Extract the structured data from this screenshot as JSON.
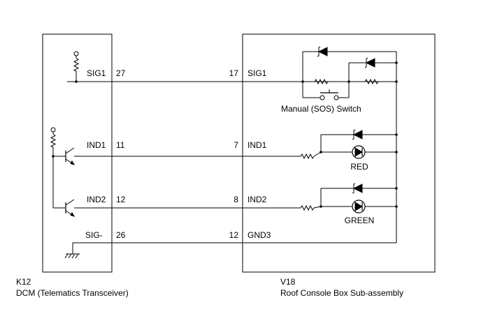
{
  "connectors": {
    "left": {
      "code": "K12",
      "name": "DCM (Telematics Transceiver)"
    },
    "right": {
      "code": "V18",
      "name": "Roof Console Box Sub-assembly"
    }
  },
  "circuits": [
    {
      "left_signal": "SIG1",
      "left_pin": "27",
      "right_pin": "17",
      "right_signal": "SIG1"
    },
    {
      "left_signal": "IND1",
      "left_pin": "11",
      "right_pin": "7",
      "right_signal": "IND1"
    },
    {
      "left_signal": "IND2",
      "left_pin": "12",
      "right_pin": "8",
      "right_signal": "IND2"
    },
    {
      "left_signal": "SIG-",
      "left_pin": "26",
      "right_pin": "12",
      "right_signal": "GND3"
    }
  ],
  "components": {
    "switch_label": "Manual (SOS) Switch",
    "led1_label": "RED",
    "led2_label": "GREEN"
  }
}
